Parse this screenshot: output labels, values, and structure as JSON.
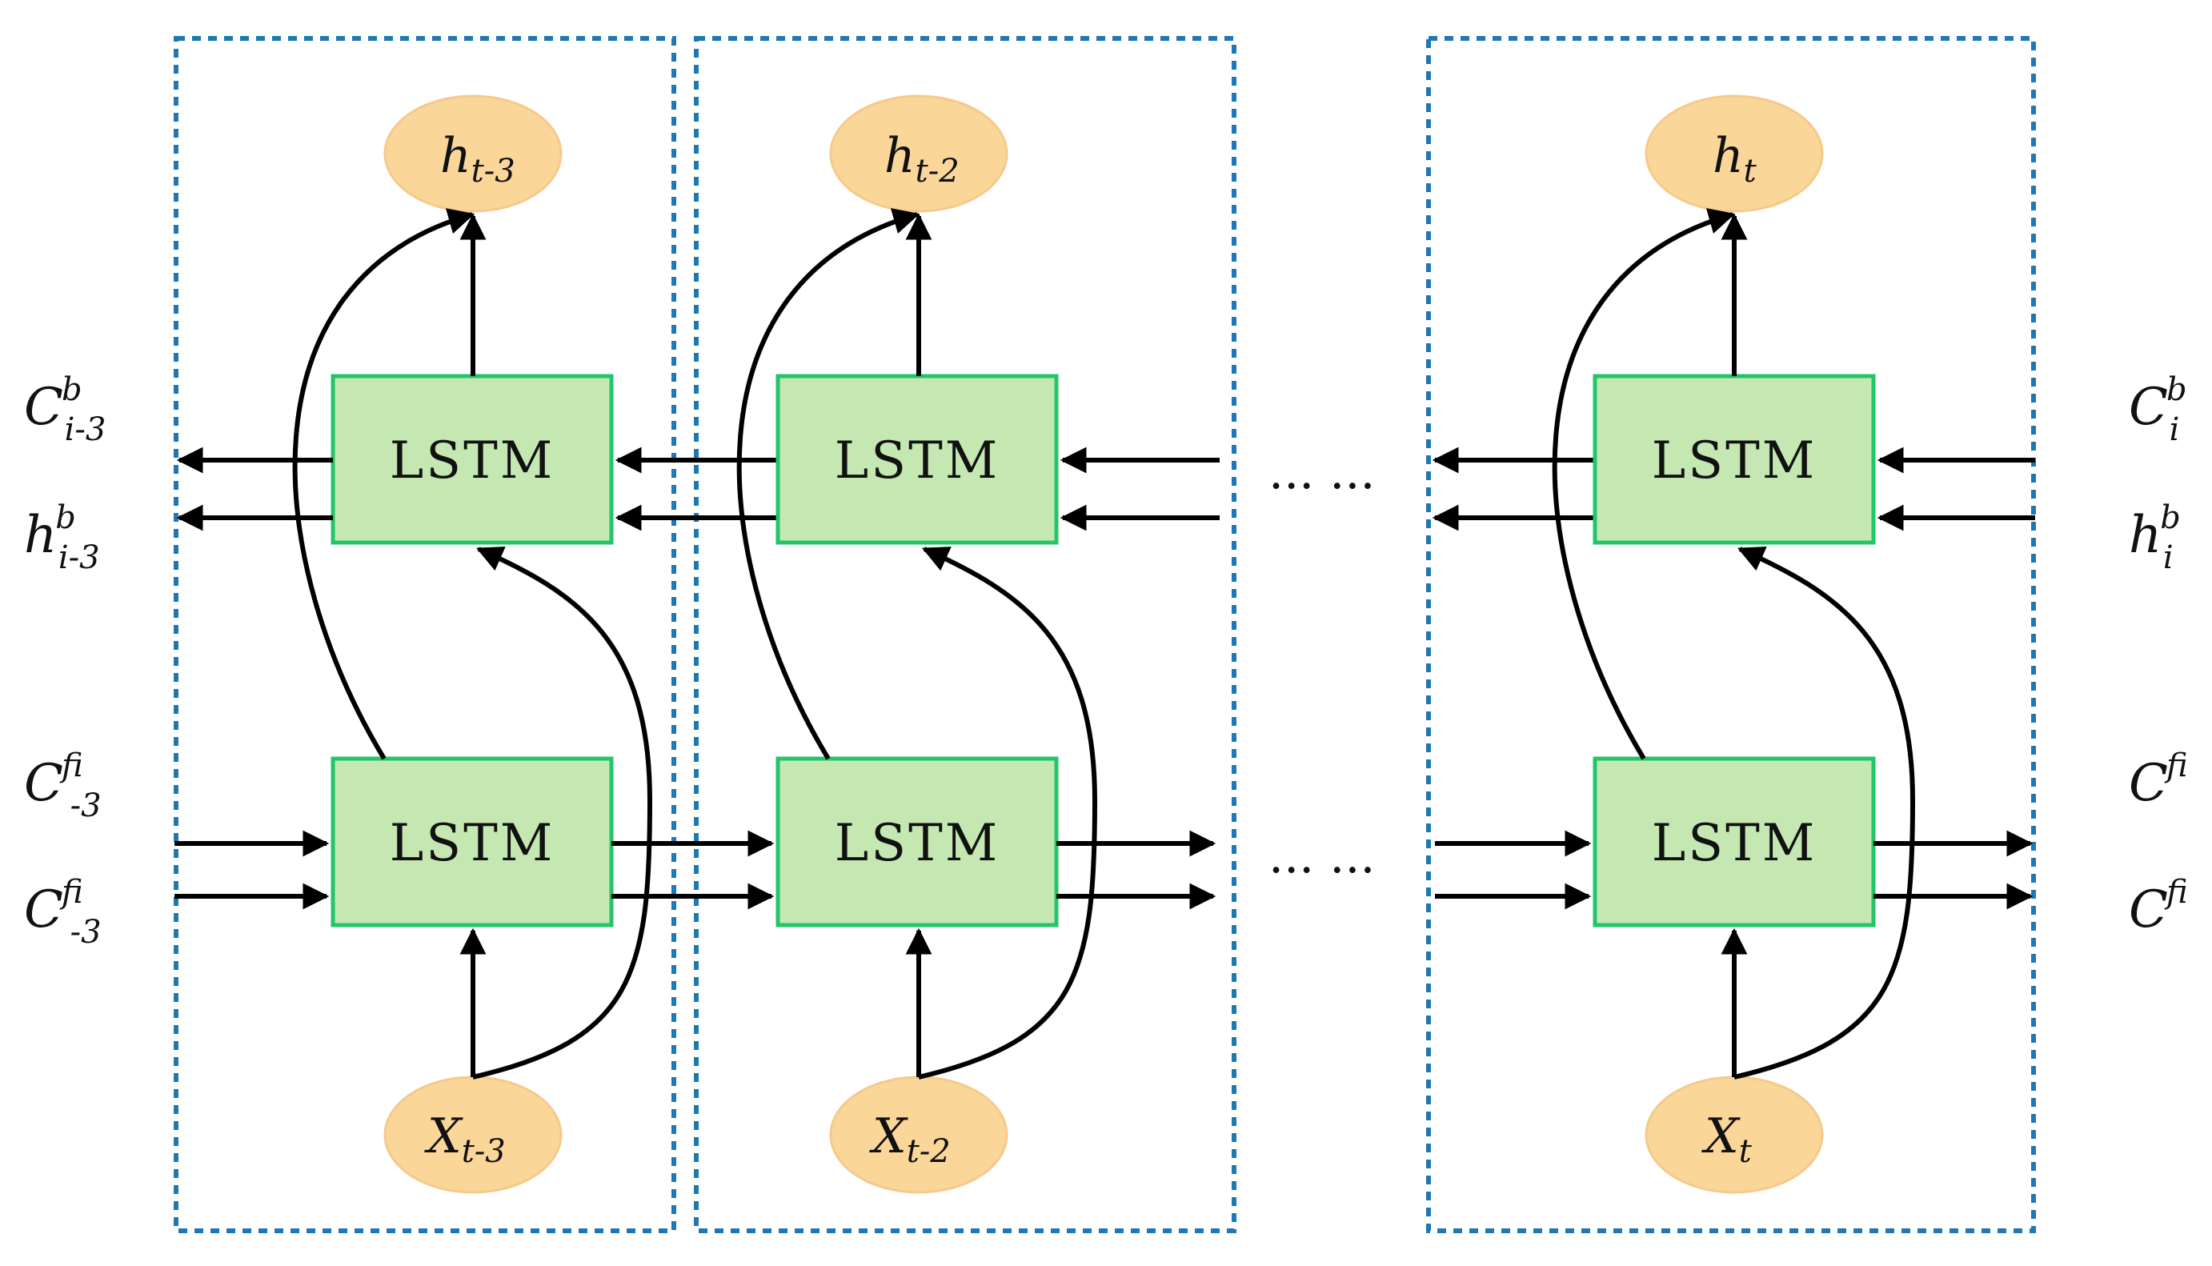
{
  "cells": [
    {
      "lstm_backward_label": "LSTM",
      "lstm_forward_label": "LSTM",
      "output": {
        "base": "h",
        "sub": "t-3"
      },
      "input": {
        "base": "X",
        "sub": "t-3"
      }
    },
    {
      "lstm_backward_label": "LSTM",
      "lstm_forward_label": "LSTM",
      "output": {
        "base": "h",
        "sub": "t-2"
      },
      "input": {
        "base": "X",
        "sub": "t-2"
      }
    },
    {
      "lstm_backward_label": "LSTM",
      "lstm_forward_label": "LSTM",
      "output": {
        "base": "h",
        "sub": "t"
      },
      "input": {
        "base": "X",
        "sub": "t"
      }
    }
  ],
  "ellipsis": {
    "upper": "... ...",
    "lower": "... ..."
  },
  "left_labels": {
    "c_backward": {
      "base": "C",
      "sub": "i-3",
      "sup": "b"
    },
    "h_backward": {
      "base": "h",
      "sub": "i-3",
      "sup": "b"
    },
    "c_forward_1": {
      "base": "C",
      "sub": "i-3",
      "sup": "f"
    },
    "c_forward_2": {
      "base": "C",
      "sub": "i-3",
      "sup": "f"
    }
  },
  "right_labels": {
    "c_backward": {
      "base": "C",
      "sub": "i",
      "sup": "b"
    },
    "h_backward": {
      "base": "h",
      "sub": "i",
      "sup": "b"
    },
    "c_forward_1": {
      "base": "C",
      "sub": "i",
      "sup": "f"
    },
    "c_forward_2": {
      "base": "C",
      "sub": "i",
      "sup": "f"
    }
  },
  "colors": {
    "frame": "#1f77b4",
    "lstm_fill": "#c5e8b3",
    "lstm_border": "#22c56a",
    "node_fill": "#fad699",
    "arrow": "#000000"
  }
}
